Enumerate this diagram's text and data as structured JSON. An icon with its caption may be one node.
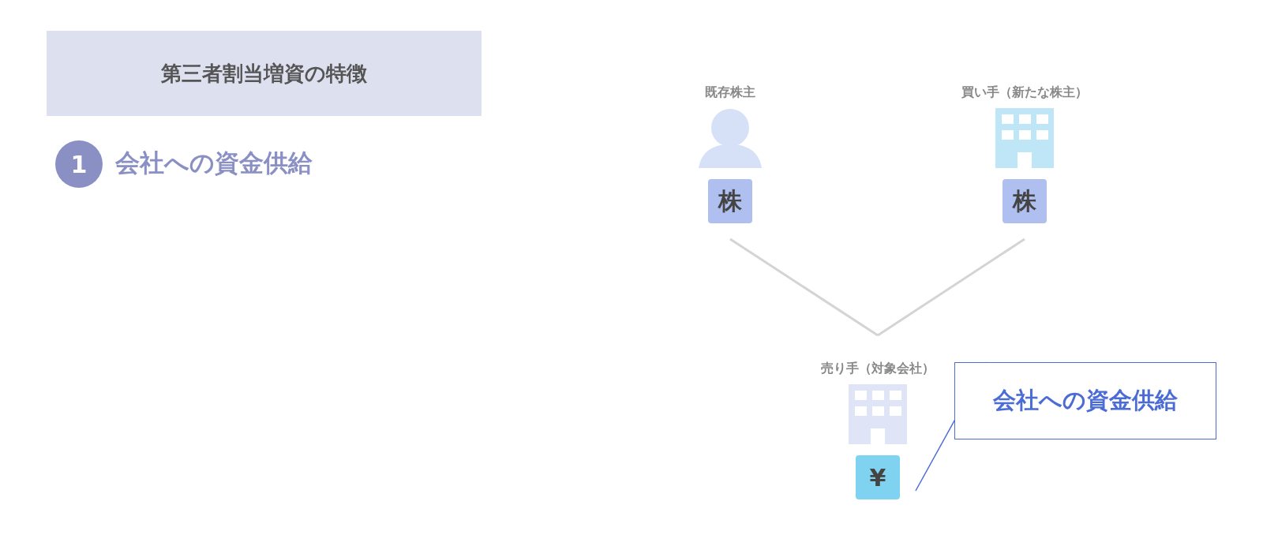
{
  "diagram": {
    "title": "第三者割当増資の特徴",
    "nodes": [
      {
        "text": [
          "株"
        ],
        "beside": [
          "既存株主"
        ]
      },
      {
        "text": [
          "株"
        ],
        "beside": [
          "買い手（新たな株主）"
        ]
      },
      {
        "text": [
          "¥"
        ],
        "beside": [
          "売り手（対象会社）"
        ]
      },
      {
        "text": [
          "会社への資金供給"
        ]
      }
    ],
    "edges": [
      {
        "from": 0,
        "to": 2,
        "arrow": "none"
      },
      {
        "from": 1,
        "to": 2,
        "arrow": "none"
      },
      {
        "from": 3,
        "to": 2,
        "arrow": "none",
        "color": "#4a6cd4"
      }
    ],
    "labels": [
      "1",
      "会社への資金供給"
    ]
  }
}
